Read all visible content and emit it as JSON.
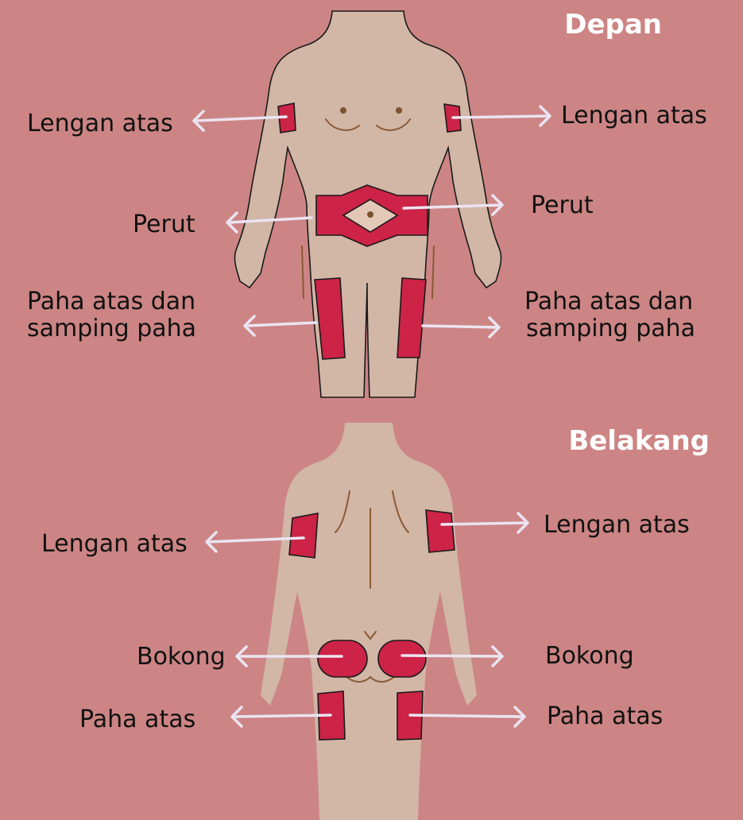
{
  "front": {
    "title": "Depan",
    "labels": {
      "left_upper_arm": "Lengan atas",
      "right_upper_arm": "Lengan atas",
      "left_abdomen": "Perut",
      "right_abdomen": "Perut",
      "left_thigh_line1": "Paha atas dan",
      "left_thigh_line2": "samping paha",
      "right_thigh_line1": "Paha atas dan",
      "right_thigh_line2": "samping paha"
    }
  },
  "back": {
    "title": "Belakang",
    "labels": {
      "left_upper_arm": "Lengan atas",
      "right_upper_arm": "Lengan atas",
      "left_buttock": "Bokong",
      "right_buttock": "Bokong",
      "left_thigh": "Paha atas",
      "right_thigh": "Paha atas"
    }
  },
  "colors": {
    "background": "#cc8584",
    "skin": "#d2b6a6",
    "injection_zone": "#cc2346",
    "arrow": "#ebe4f2",
    "title_text": "#ffffff"
  }
}
